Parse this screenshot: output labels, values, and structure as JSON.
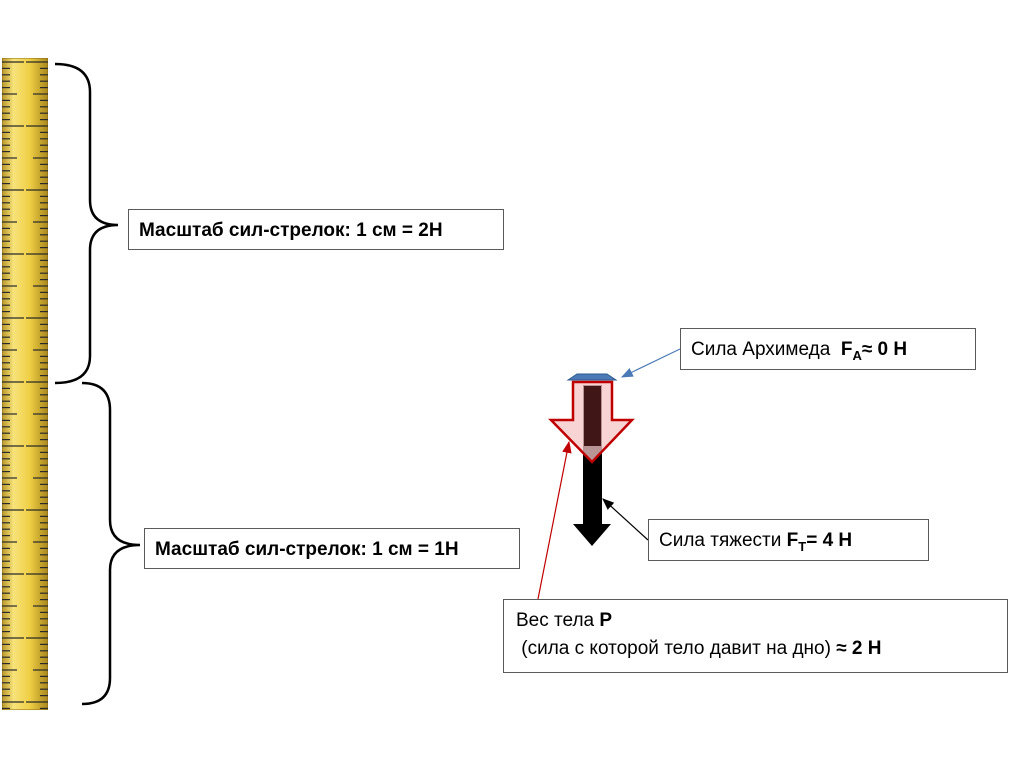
{
  "ruler": {
    "icon": "measuring-ruler",
    "color": "#f2d64c"
  },
  "scales": {
    "upper": "Масштаб сил-стрелок: 1 см = 2Н",
    "lower": "Масштаб сил-стрелок: 1 см = 1Н"
  },
  "archimedes": {
    "label": "Сила Архимеда",
    "symbol": "F",
    "subscript": "A",
    "value": "≈ 0 Н",
    "color": "#4a7bb7"
  },
  "gravity": {
    "label": "Сила тяжести",
    "symbol": "F",
    "subscript": "T",
    "value": "= 4 Н",
    "color": "#000000"
  },
  "weight": {
    "label": "Вес тела",
    "symbol": "Р",
    "line2": "(сила с которой тело давит на дно)",
    "value": "≈ 2 Н",
    "arrow_fill": "#f5c5c5",
    "arrow_stroke": "#c00000"
  }
}
